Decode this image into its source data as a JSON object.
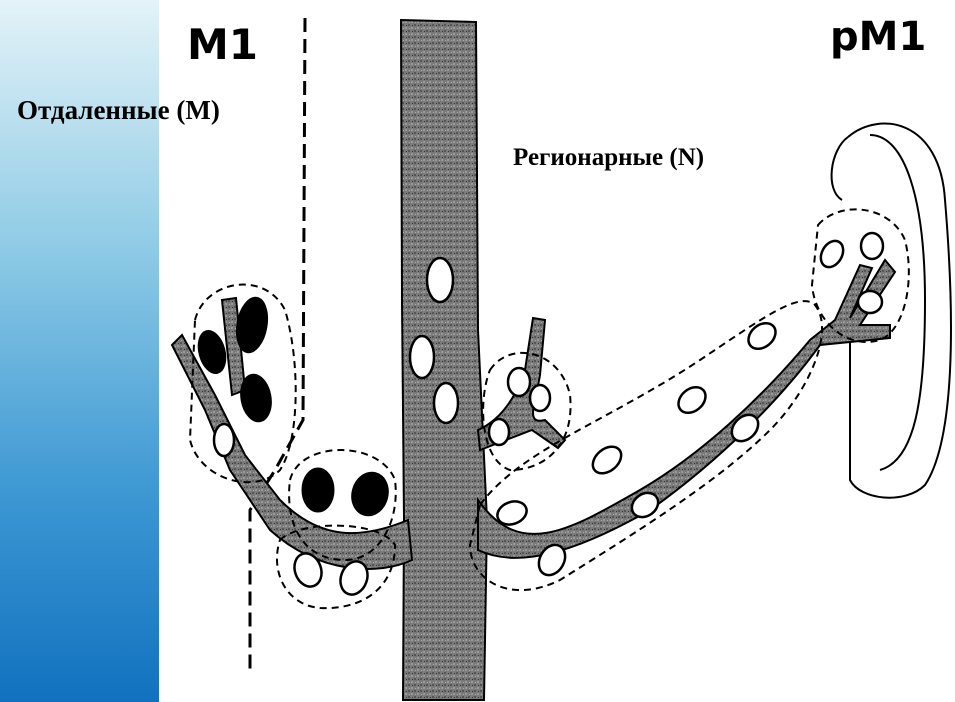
{
  "labels": {
    "m1": "M1",
    "pm1": "pM1",
    "distant": "Отдаленные (M)",
    "regional": "Регионарные (N)"
  },
  "colors": {
    "panel_top": "#e4f3f8",
    "panel_bottom": "#1171bf",
    "vessel_fill": "#7a7a7a",
    "outline": "#000000"
  }
}
